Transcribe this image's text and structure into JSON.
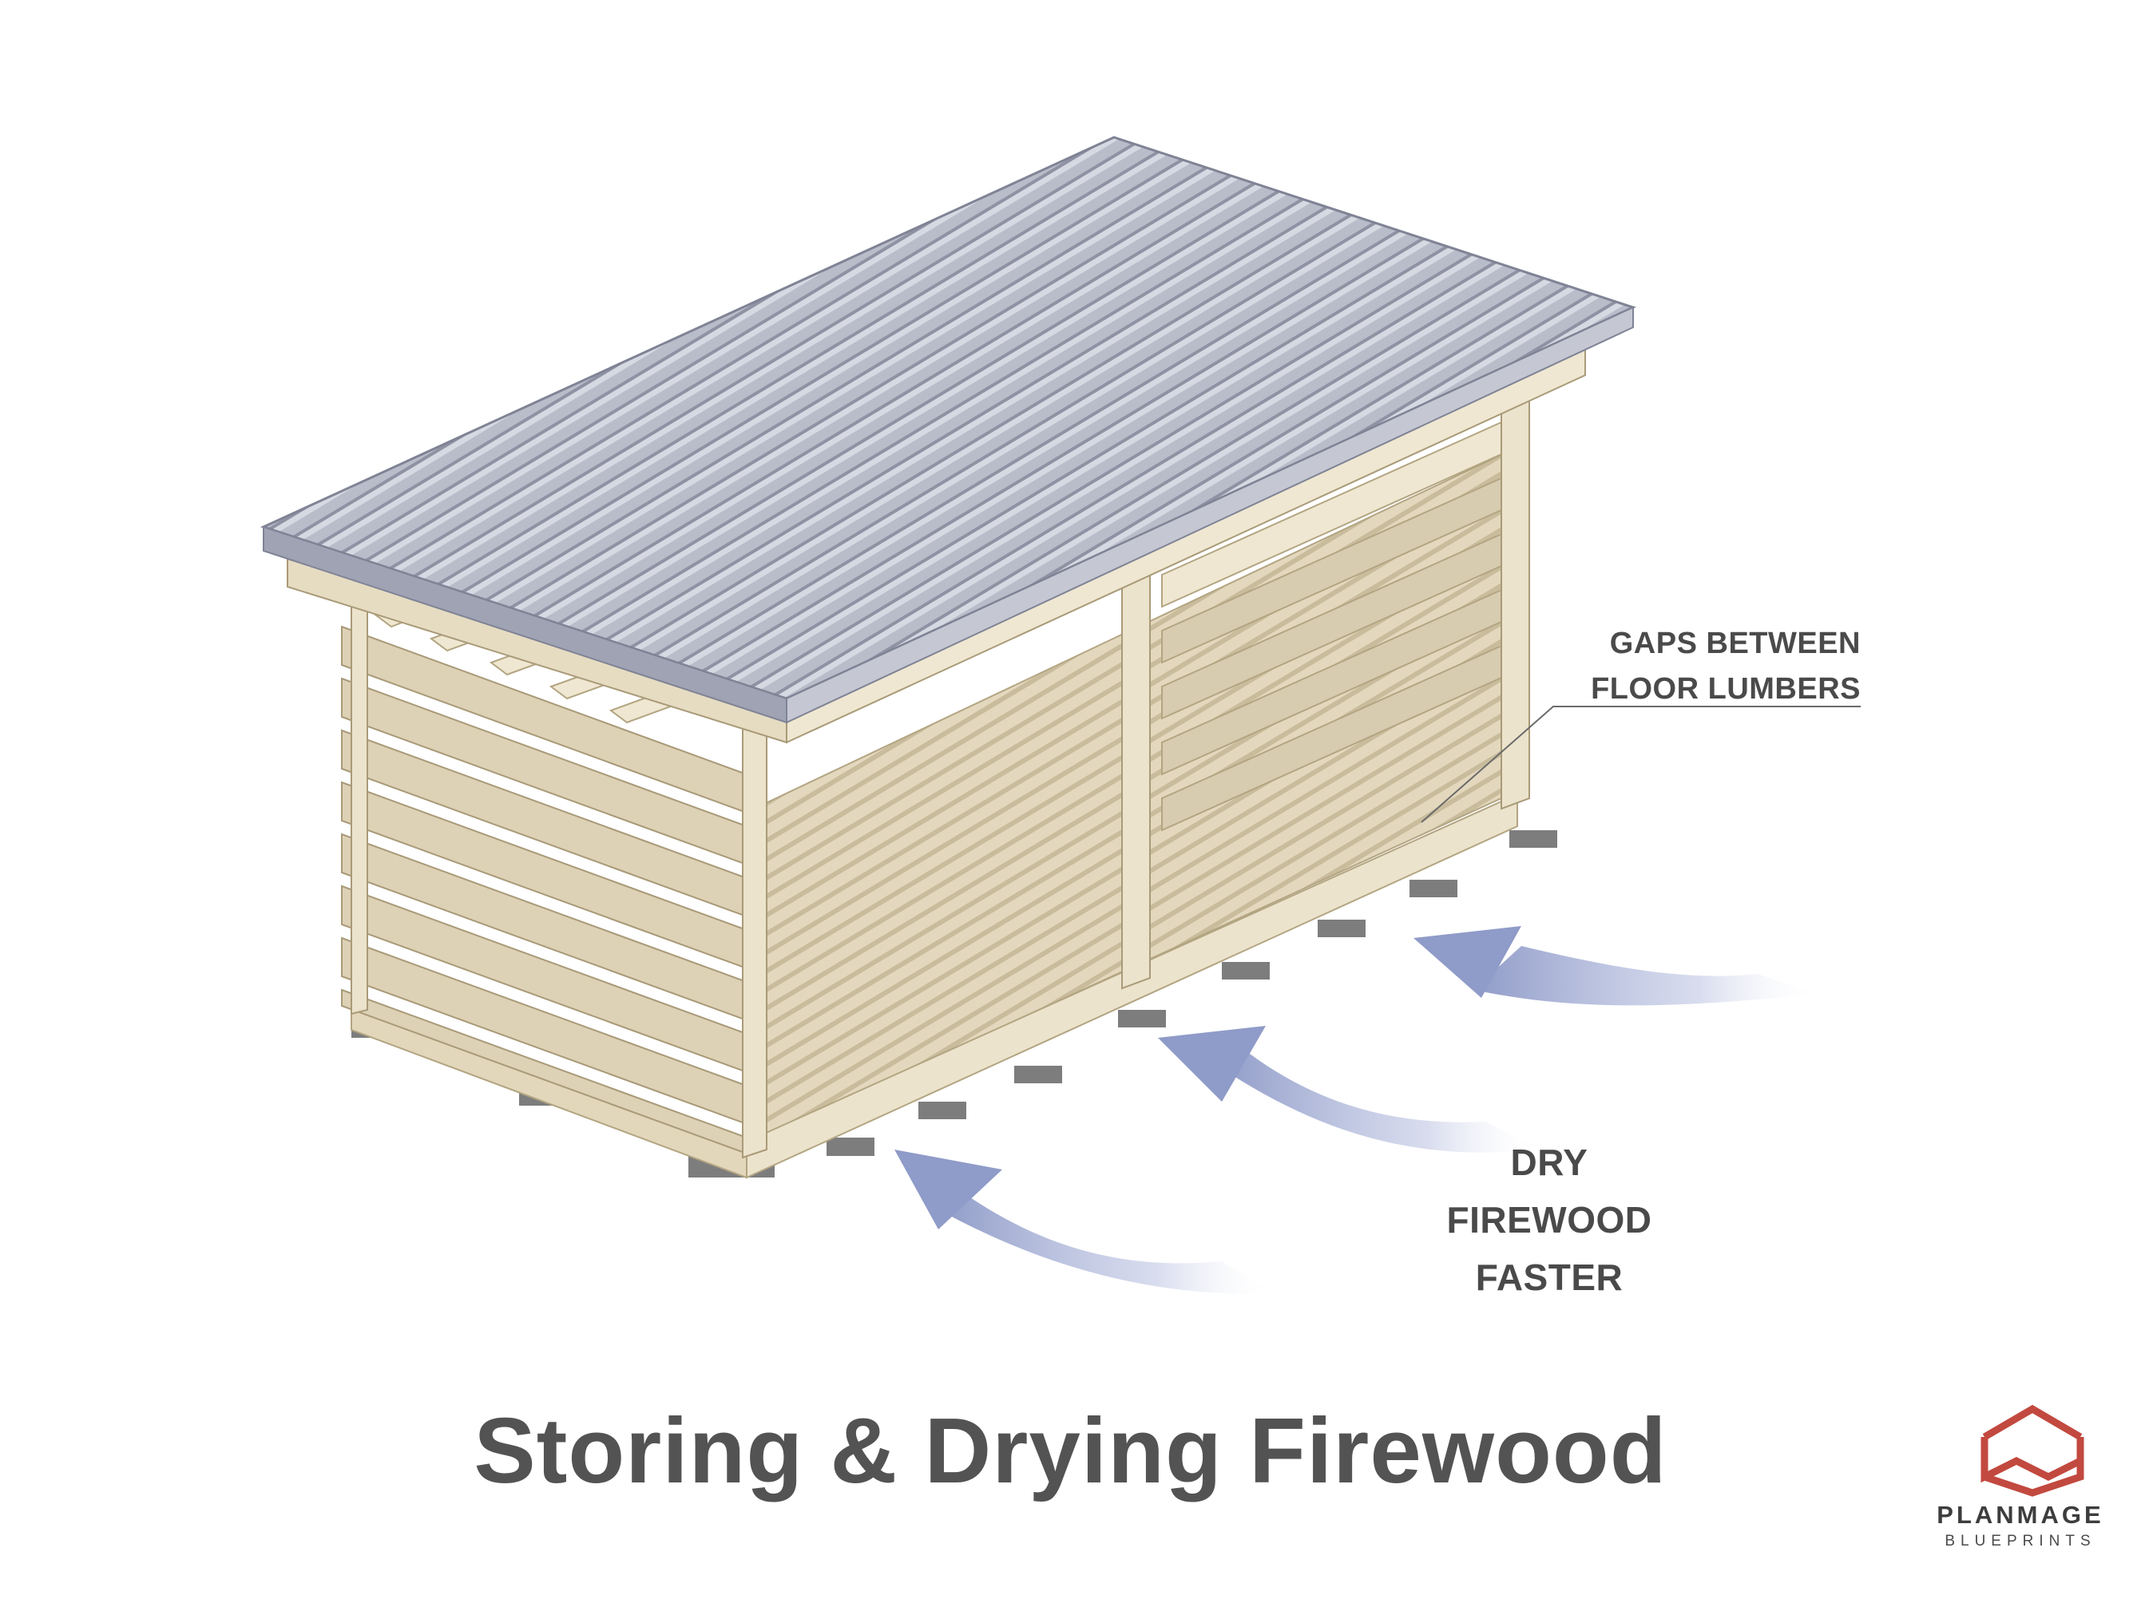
{
  "callouts": {
    "gaps": [
      "GAPS BETWEEN",
      "FLOOR LUMBERS"
    ],
    "dry": [
      "DRY",
      "FIREWOOD",
      "FASTER"
    ]
  },
  "title": "Storing & Drying Firewood",
  "logo": {
    "name": "PLANMAGE",
    "sub": "BLUEPRINTS"
  },
  "colors": {
    "wood": "#e9dfc7",
    "wood_edge": "#c4b593",
    "wood_shade": "#d8ccb0",
    "roof": "#b9bcc9",
    "roof_edge": "#8e92a3",
    "blocks": "#7a7a7a",
    "airflow": "#8f9bc8",
    "logo": "#c2493f",
    "text": "#4a4a4a"
  },
  "icons": [
    "airflow-arrow-icon",
    "planmage-logo-icon"
  ]
}
